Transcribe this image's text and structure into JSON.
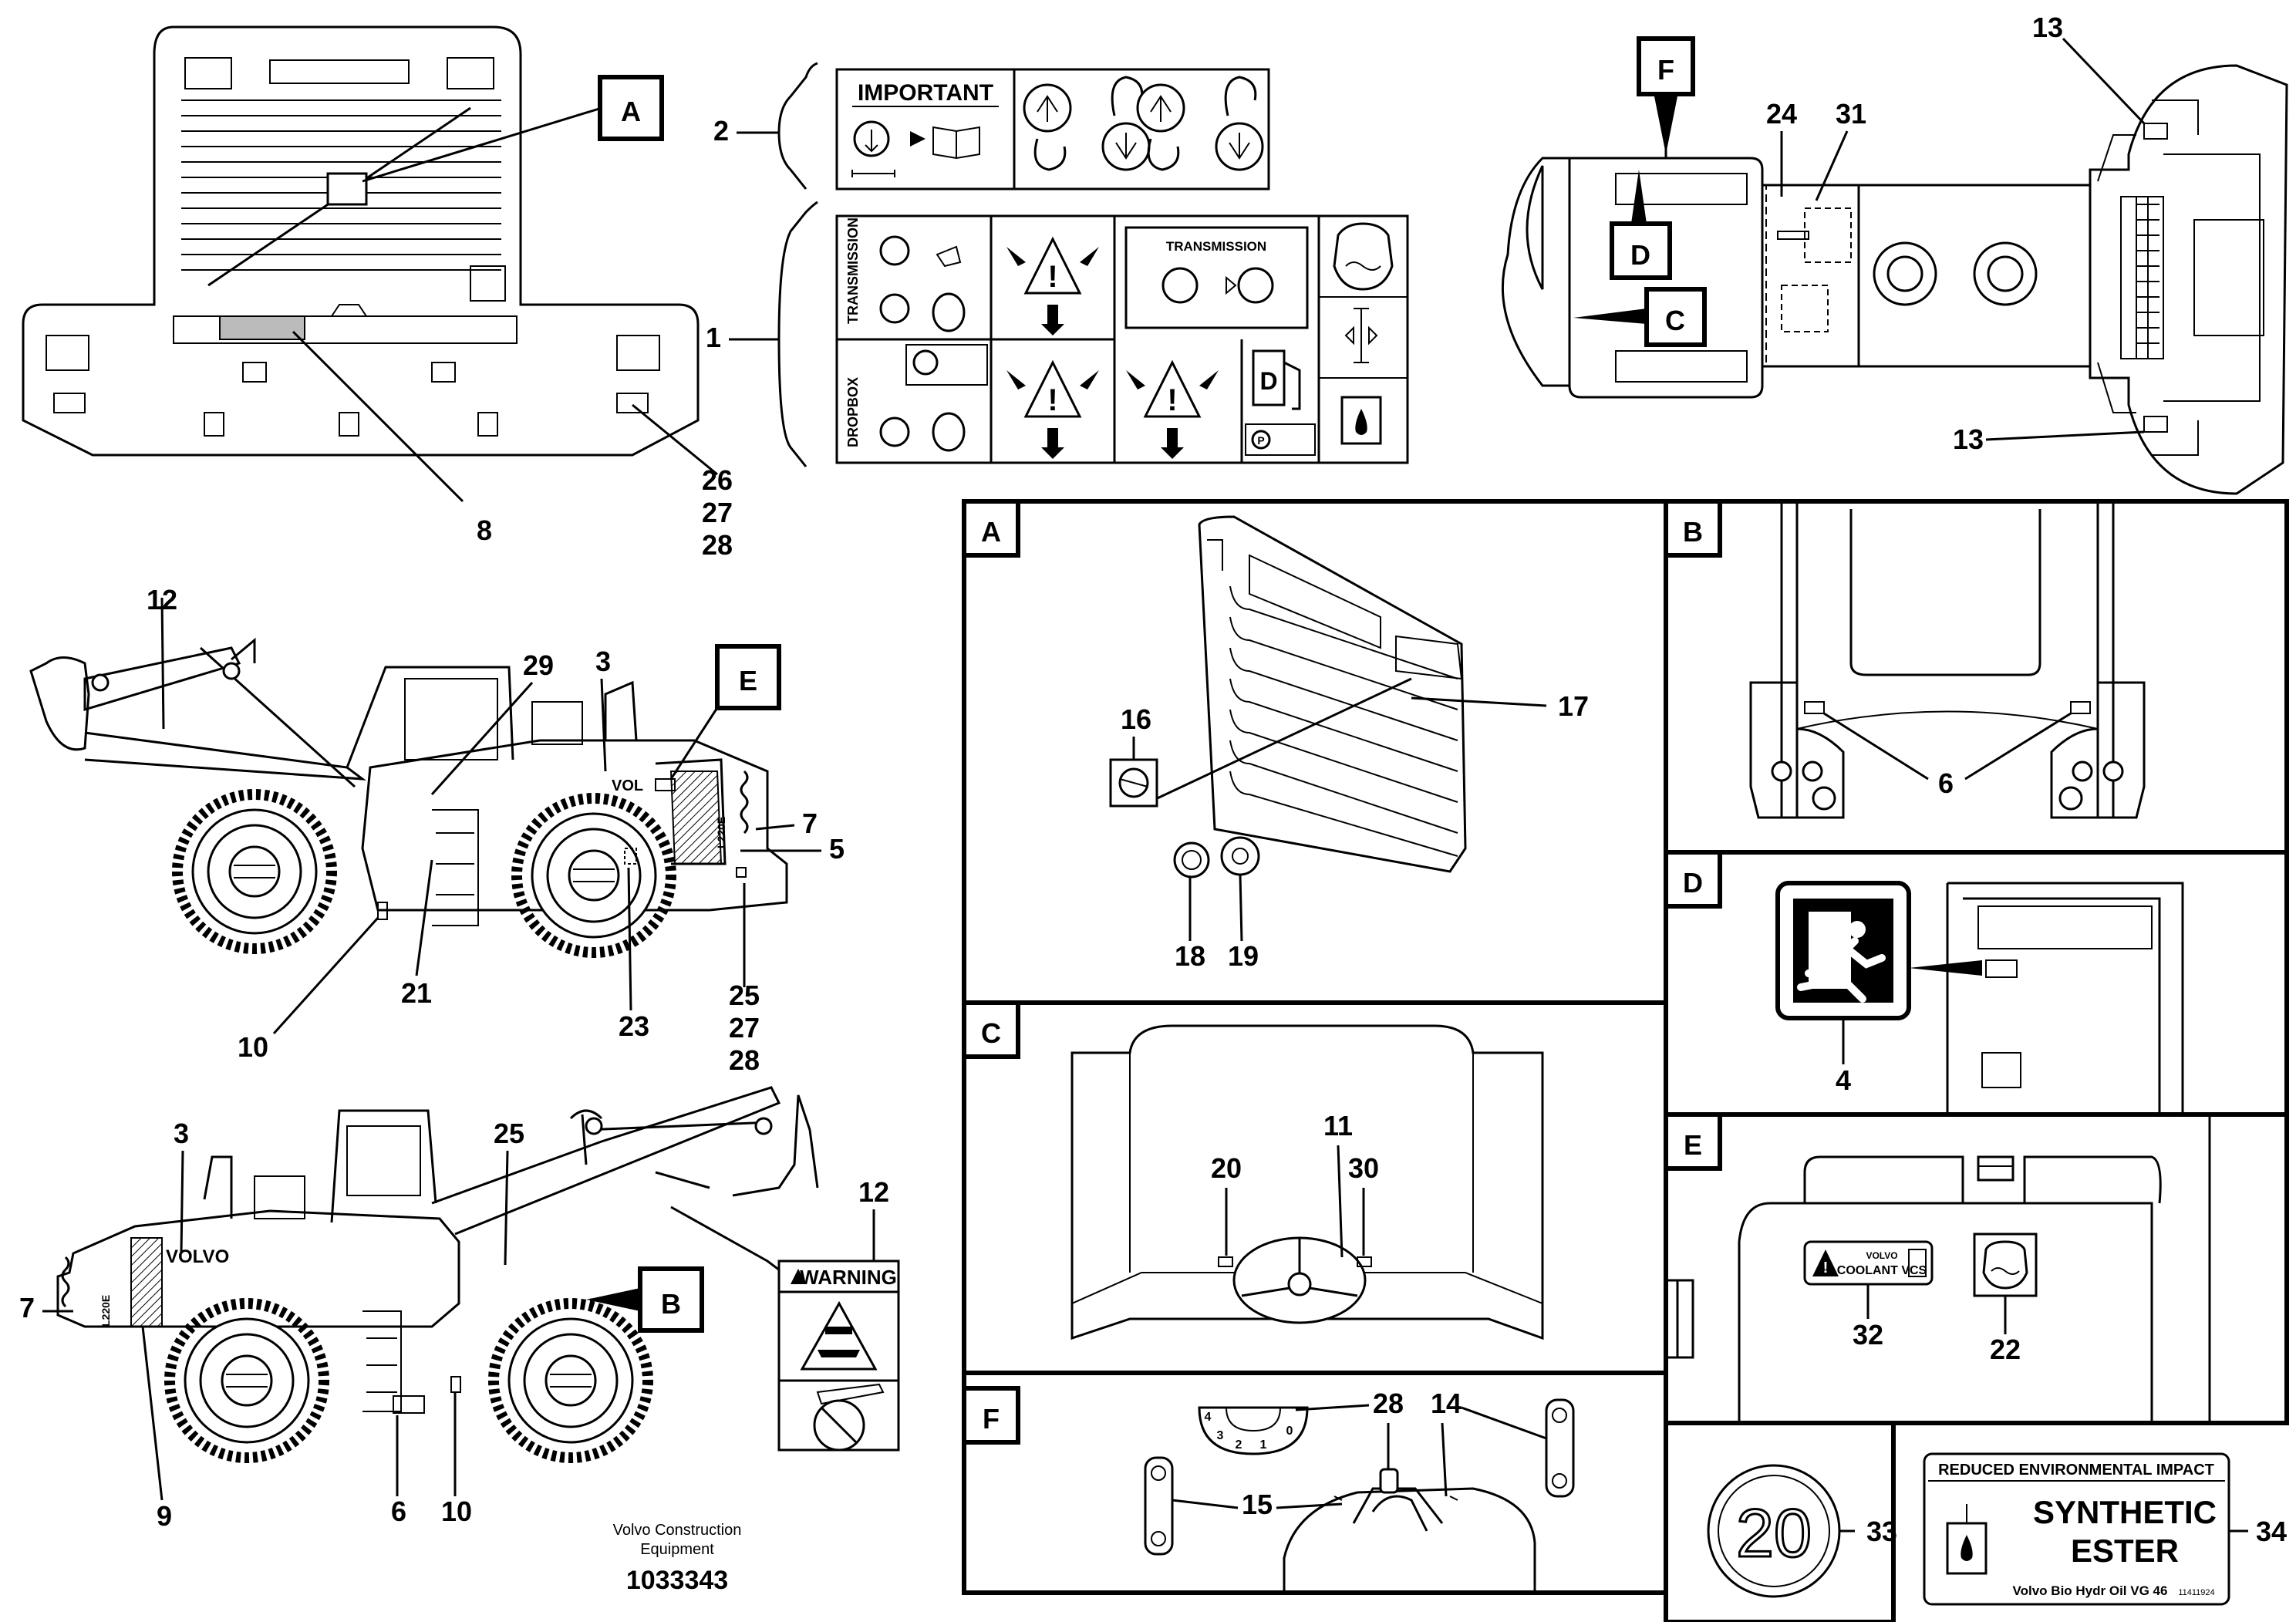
{
  "labels": {
    "important": "IMPORTANT",
    "transmission_side": "TRANSMISSION",
    "transmission_box": "TRANSMISSION",
    "dropbox": "DROPBOX",
    "fuel_letter": "D",
    "pto_letter": "P",
    "warning": "WARNING",
    "model": "L220E",
    "volvo_short": "VOL",
    "volvo_full": "VOLVO",
    "coolant_brand": "VOLVO",
    "coolant_text": "COOLANT VCS",
    "speed_sign": "20",
    "reduced_impact": "REDUCED ENVIRONMENTAL IMPACT",
    "synthetic": "SYNTHETIC",
    "ester": "ESTER",
    "bio_oil": "Volvo Bio Hydr Oil VG 46",
    "small_part": "11411924"
  },
  "footer": {
    "company_line1": "Volvo Construction",
    "company_line2": "Equipment",
    "drawing_number": "1033343"
  },
  "callouts": {
    "A": "A",
    "B": "B",
    "C": "C",
    "D": "D",
    "E": "E",
    "F": "F",
    "n1": "1",
    "n2": "2",
    "n3": "3",
    "n4": "4",
    "n5": "5",
    "n6": "6",
    "n7": "7",
    "n8": "8",
    "n9": "9",
    "n10": "10",
    "n11": "11",
    "n12": "12",
    "n13": "13",
    "n14": "14",
    "n15": "15",
    "n16": "16",
    "n17": "17",
    "n18": "18",
    "n19": "19",
    "n20": "20",
    "n21": "21",
    "n22": "22",
    "n23": "23",
    "n24": "24",
    "n25": "25",
    "n26": "26",
    "n27": "27",
    "n28": "28",
    "n29": "29",
    "n30": "30",
    "n31": "31",
    "n32": "32",
    "n33": "33",
    "n34": "34"
  },
  "gauge_ticks": [
    "4",
    "3",
    "2",
    "1",
    "0"
  ],
  "colors": {
    "ink": "#000000",
    "paper": "#ffffff"
  }
}
